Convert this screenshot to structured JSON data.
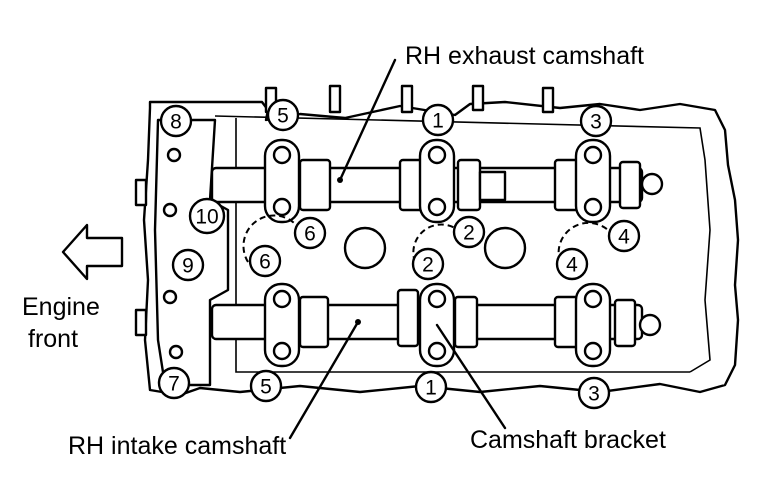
{
  "labels": {
    "exhaust": "RH exhaust camshaft",
    "intake": "RH intake camshaft",
    "bracket": "Camshaft bracket",
    "engine_front_line1": "Engine",
    "engine_front_line2": "front"
  },
  "numbers": {
    "n1_top": "1",
    "n3_top": "3",
    "n5_top": "5",
    "n2_upper": "2",
    "n4_upper": "4",
    "n6_upper": "6",
    "n2_lower": "2",
    "n4_lower": "4",
    "n6_lower": "6",
    "n1_bottom": "1",
    "n3_bottom": "3",
    "n5_bottom": "5",
    "n7": "7",
    "n8": "8",
    "n9": "9",
    "n10": "10"
  },
  "icons": {
    "arrow": "arrow-left-outline-icon"
  }
}
